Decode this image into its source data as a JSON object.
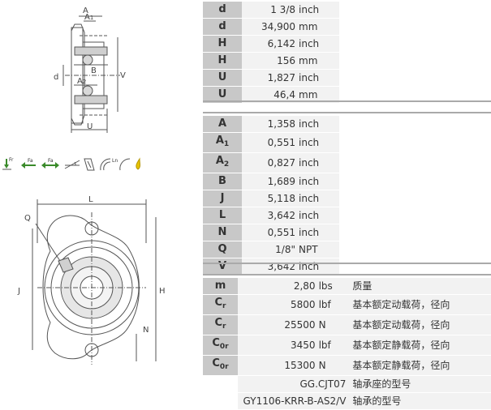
{
  "dims_primary": [
    {
      "sym": "d",
      "value": "1 3/8",
      "unit": "inch"
    },
    {
      "sym": "d",
      "value": "34,900",
      "unit": "mm"
    },
    {
      "sym": "H",
      "value": "6,142",
      "unit": "inch"
    },
    {
      "sym": "H",
      "value": "156",
      "unit": "mm"
    },
    {
      "sym": "U",
      "value": "1,827",
      "unit": "inch"
    },
    {
      "sym": "U",
      "value": "46,4",
      "unit": "mm"
    }
  ],
  "dims_secondary": [
    {
      "sym": "A",
      "sub": "",
      "value": "1,358",
      "unit": "inch"
    },
    {
      "sym": "A",
      "sub": "1",
      "value": "0,551",
      "unit": "inch"
    },
    {
      "sym": "A",
      "sub": "2",
      "value": "0,827",
      "unit": "inch"
    },
    {
      "sym": "B",
      "sub": "",
      "value": "1,689",
      "unit": "inch"
    },
    {
      "sym": "J",
      "sub": "",
      "value": "5,118",
      "unit": "inch"
    },
    {
      "sym": "L",
      "sub": "",
      "value": "3,642",
      "unit": "inch"
    },
    {
      "sym": "N",
      "sub": "",
      "value": "0,551",
      "unit": "inch"
    },
    {
      "sym": "Q",
      "sub": "",
      "value": "1/8\"",
      "unit": "NPT"
    },
    {
      "sym": "V",
      "sub": "",
      "value": "3,642",
      "unit": "inch"
    }
  ],
  "properties": [
    {
      "sym": "m",
      "sub": "",
      "value": "2,80",
      "unit": "lbs",
      "desc": "质量"
    },
    {
      "sym": "C",
      "sub": "r",
      "value": "5800",
      "unit": "lbf",
      "desc": "基本额定动载荷，径向"
    },
    {
      "sym": "C",
      "sub": "r",
      "value": "25500",
      "unit": "N",
      "desc": "基本额定动载荷，径向"
    },
    {
      "sym": "C",
      "sub": "0r",
      "value": "3450",
      "unit": "lbf",
      "desc": "基本额定静载荷，径向"
    },
    {
      "sym": "C",
      "sub": "0r",
      "value": "15300",
      "unit": "N",
      "desc": "基本额定静载荷，径向"
    }
  ],
  "designations": [
    {
      "value": "GG.CJT07",
      "desc": "轴承座的型号"
    },
    {
      "value": "GY1106-KRR-B-AS2/V",
      "desc": "轴承的型号"
    }
  ],
  "drawing_labels": {
    "A": "A",
    "A1": "A",
    "A1sub": "1",
    "A2": "A",
    "A2sub": "2",
    "B": "B",
    "d": "d",
    "V": "V",
    "U": "U",
    "L": "L",
    "Q": "Q",
    "J": "J",
    "H": "H",
    "N": "N"
  },
  "icon_labels": {
    "fr": "Fr",
    "fa1": "Fa",
    "fa2": "Fa",
    "ln": "Ln"
  },
  "colors": {
    "header_cell": "#c8c8c8",
    "value_cell": "#f2f2f2",
    "separator": "#aaaaaa",
    "icon_green": "#3a8a2a",
    "icon_yellow": "#e6c200"
  }
}
